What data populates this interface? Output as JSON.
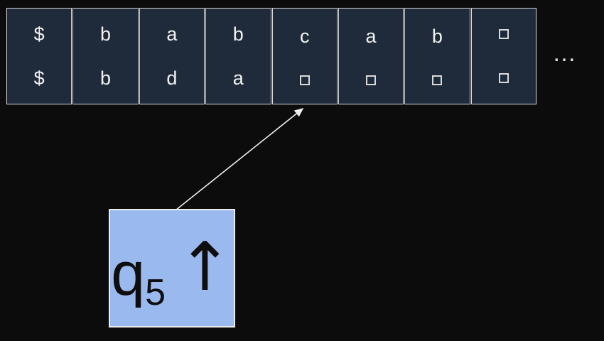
{
  "tape": {
    "cells": [
      {
        "top": "$",
        "bottom": "$"
      },
      {
        "top": "b",
        "bottom": "b"
      },
      {
        "top": "a",
        "bottom": "d"
      },
      {
        "top": "b",
        "bottom": "a"
      },
      {
        "top": "c",
        "bottom": "□"
      },
      {
        "top": "a",
        "bottom": "□"
      },
      {
        "top": "b",
        "bottom": "□"
      },
      {
        "top": "□",
        "bottom": "□"
      }
    ],
    "blank_symbol": "□",
    "continuation_ellipsis": "…"
  },
  "head": {
    "state_label": "q",
    "state_subscript": "5",
    "direction_symbol": "↑",
    "pointing_to_cell": 5
  },
  "colors": {
    "background": "#0c0c0c",
    "cell_fill": "#1f2b3b",
    "cell_border": "#d9d9d9",
    "symbol_color": "#f2f2f2",
    "state_box_fill": "#9ab9ee",
    "state_box_border": "#ececec",
    "state_text_color": "#0e0e0e",
    "pointer_color": "#f0f0f0"
  }
}
